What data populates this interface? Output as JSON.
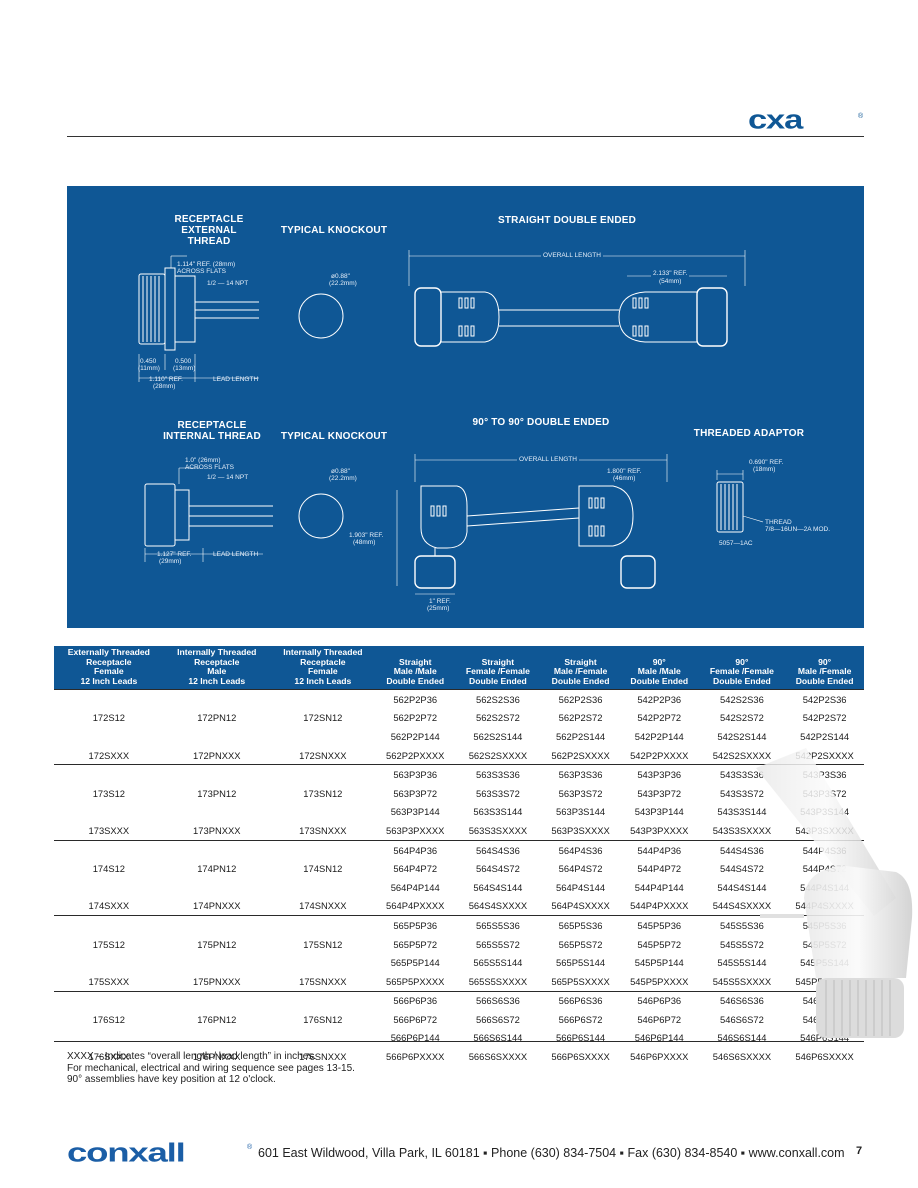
{
  "brand": {
    "logo_top_text": "cxa",
    "footer_logo_text": "conxall",
    "registered": "®"
  },
  "diagrams": {
    "ext_receptacle": {
      "title_line1": "RECEPTACLE",
      "title_line2": "EXTERNAL THREAD",
      "dim_flats": "1.114\" REF. (28mm)",
      "dim_flats2": "ACROSS FLATS",
      "dim_npt": "1/2 — 14 NPT",
      "dim_a": "0.450",
      "dim_a_mm": "(11mm)",
      "dim_b": "0.500",
      "dim_b_mm": "(13mm)",
      "dim_ref": "1.110\" REF.",
      "dim_ref_mm": "(28mm)",
      "lead": "LEAD LENGTH"
    },
    "knockout1": {
      "title": "TYPICAL KNOCKOUT",
      "dim": "ø0.88\"",
      "dim_mm": "(22.2mm)"
    },
    "straight": {
      "title": "STRAIGHT DOUBLE ENDED",
      "overall": "OVERALL LENGTH",
      "ref": "2.133\" REF.",
      "ref_mm": "(54mm)"
    },
    "int_receptacle": {
      "title_line1": "RECEPTACLE",
      "title_line2": "INTERNAL THREAD",
      "dim_flats": "1.0\" (26mm)",
      "dim_flats2": "ACROSS FLATS",
      "dim_npt": "1/2 — 14 NPT",
      "dim_ref": "1.127\" REF.",
      "dim_ref_mm": "(29mm)",
      "lead": "LEAD LENGTH"
    },
    "knockout2": {
      "title": "TYPICAL KNOCKOUT",
      "dim": "ø0.88\"",
      "dim_mm": "(22.2mm)"
    },
    "ninety": {
      "title": "90° TO 90° DOUBLE ENDED",
      "overall": "OVERALL LENGTH",
      "ref": "1.800\" REF.",
      "ref_mm": "(46mm)",
      "height": "1.903\" REF.",
      "height_mm": "(48mm)",
      "width": "1\" REF.",
      "width_mm": "(25mm)"
    },
    "adaptor": {
      "title": "THREADED ADAPTOR",
      "ref": "0.690\" REF.",
      "ref_mm": "(18mm)",
      "thread": "THREAD",
      "thread_spec": "7/8—16UN—2A MOD.",
      "part": "5057—1AC"
    }
  },
  "table": {
    "headers": [
      [
        "Externally Threaded",
        "Receptacle",
        "Female",
        "12 Inch Leads"
      ],
      [
        "Internally Threaded",
        "Receptacle",
        "Male",
        "12 Inch Leads"
      ],
      [
        "Internally Threaded",
        "Receptacle",
        "Female",
        "12 Inch Leads"
      ],
      [
        "Straight",
        "Male /Male",
        "Double Ended"
      ],
      [
        "Straight",
        "Female /Female",
        "Double Ended"
      ],
      [
        "Straight",
        "Male /Female",
        "Double Ended"
      ],
      [
        "90°",
        "Male /Male",
        "Double Ended"
      ],
      [
        "90°",
        "Female /Female",
        "Double Ended"
      ],
      [
        "90°",
        "Male /Female",
        "Double Ended"
      ]
    ],
    "rows": [
      [
        "",
        "",
        "",
        "562P2P36",
        "562S2S36",
        "562P2S36",
        "542P2P36",
        "542S2S36",
        "542P2S36"
      ],
      [
        "172S12",
        "172PN12",
        "172SN12",
        "562P2P72",
        "562S2S72",
        "562P2S72",
        "542P2P72",
        "542S2S72",
        "542P2S72"
      ],
      [
        "",
        "",
        "",
        "562P2P144",
        "562S2S144",
        "562P2S144",
        "542P2P144",
        "542S2S144",
        "542P2S144"
      ],
      [
        "172SXXX",
        "172PNXXX",
        "172SNXXX",
        "562P2PXXXX",
        "562S2SXXXX",
        "562P2SXXXX",
        "542P2PXXXX",
        "542S2SXXXX",
        "542P2SXXXX"
      ],
      [
        "",
        "",
        "",
        "563P3P36",
        "563S3S36",
        "563P3S36",
        "543P3P36",
        "543S3S36",
        "543P3S36"
      ],
      [
        "173S12",
        "173PN12",
        "173SN12",
        "563P3P72",
        "563S3S72",
        "563P3S72",
        "543P3P72",
        "543S3S72",
        "543P3S72"
      ],
      [
        "",
        "",
        "",
        "563P3P144",
        "563S3S144",
        "563P3S144",
        "543P3P144",
        "543S3S144",
        "543P3S144"
      ],
      [
        "173SXXX",
        "173PNXXX",
        "173SNXXX",
        "563P3PXXXX",
        "563S3SXXXX",
        "563P3SXXXX",
        "543P3PXXXX",
        "543S3SXXXX",
        "543P3SXXXX"
      ],
      [
        "",
        "",
        "",
        "564P4P36",
        "564S4S36",
        "564P4S36",
        "544P4P36",
        "544S4S36",
        "544P4S36"
      ],
      [
        "174S12",
        "174PN12",
        "174SN12",
        "564P4P72",
        "564S4S72",
        "564P4S72",
        "544P4P72",
        "544S4S72",
        "544P4S72"
      ],
      [
        "",
        "",
        "",
        "564P4P144",
        "564S4S144",
        "564P4S144",
        "544P4P144",
        "544S4S144",
        "544P4S144"
      ],
      [
        "174SXXX",
        "174PNXXX",
        "174SNXXX",
        "564P4PXXXX",
        "564S4SXXXX",
        "564P4SXXXX",
        "544P4PXXXX",
        "544S4SXXXX",
        "544P4SXXXX"
      ],
      [
        "",
        "",
        "",
        "565P5P36",
        "565S5S36",
        "565P5S36",
        "545P5P36",
        "545S5S36",
        "545P5S36"
      ],
      [
        "175S12",
        "175PN12",
        "175SN12",
        "565P5P72",
        "565S5S72",
        "565P5S72",
        "545P5P72",
        "545S5S72",
        "545P5S72"
      ],
      [
        "",
        "",
        "",
        "565P5P144",
        "565S5S144",
        "565P5S144",
        "545P5P144",
        "545S5S144",
        "545P5S144"
      ],
      [
        "175SXXX",
        "175PNXXX",
        "175SNXXX",
        "565P5PXXXX",
        "565S5SXXXX",
        "565P5SXXXX",
        "545P5PXXXX",
        "545S5SXXXX",
        "545P5SXXXX"
      ],
      [
        "",
        "",
        "",
        "566P6P36",
        "566S6S36",
        "566P6S36",
        "546P6P36",
        "546S6S36",
        "546P6S36"
      ],
      [
        "176S12",
        "176PN12",
        "176SN12",
        "566P6P72",
        "566S6S72",
        "566P6S72",
        "546P6P72",
        "546S6S72",
        "546P6S72"
      ],
      [
        "",
        "",
        "",
        "566P6P144",
        "566S6S144",
        "566P6S144",
        "546P6P144",
        "546S6S144",
        "546P6S144"
      ],
      [
        "176SXXX",
        "176PNXXX",
        "176SNXXX",
        "566P6PXXXX",
        "566S6SXXXX",
        "566P6SXXXX",
        "546P6PXXXX",
        "546S6SXXXX",
        "546P6SXXXX"
      ]
    ]
  },
  "notes": [
    "XXXX – Indicates “overall length / lead length” in inches.",
    "For mechanical, electrical and wiring sequence see pages 13-15.",
    "90° assemblies have key position at 12 o'clock."
  ],
  "footer": {
    "address": "601 East Wildwood, Villa Park, IL 60181 ▪ Phone (630) 834-7504 ▪ Fax (630) 834-8540 ▪ www.conxall.com",
    "page_number": "7"
  },
  "colors": {
    "brand_blue": "#0f5795",
    "footer_logo": "#1b5ea6"
  }
}
